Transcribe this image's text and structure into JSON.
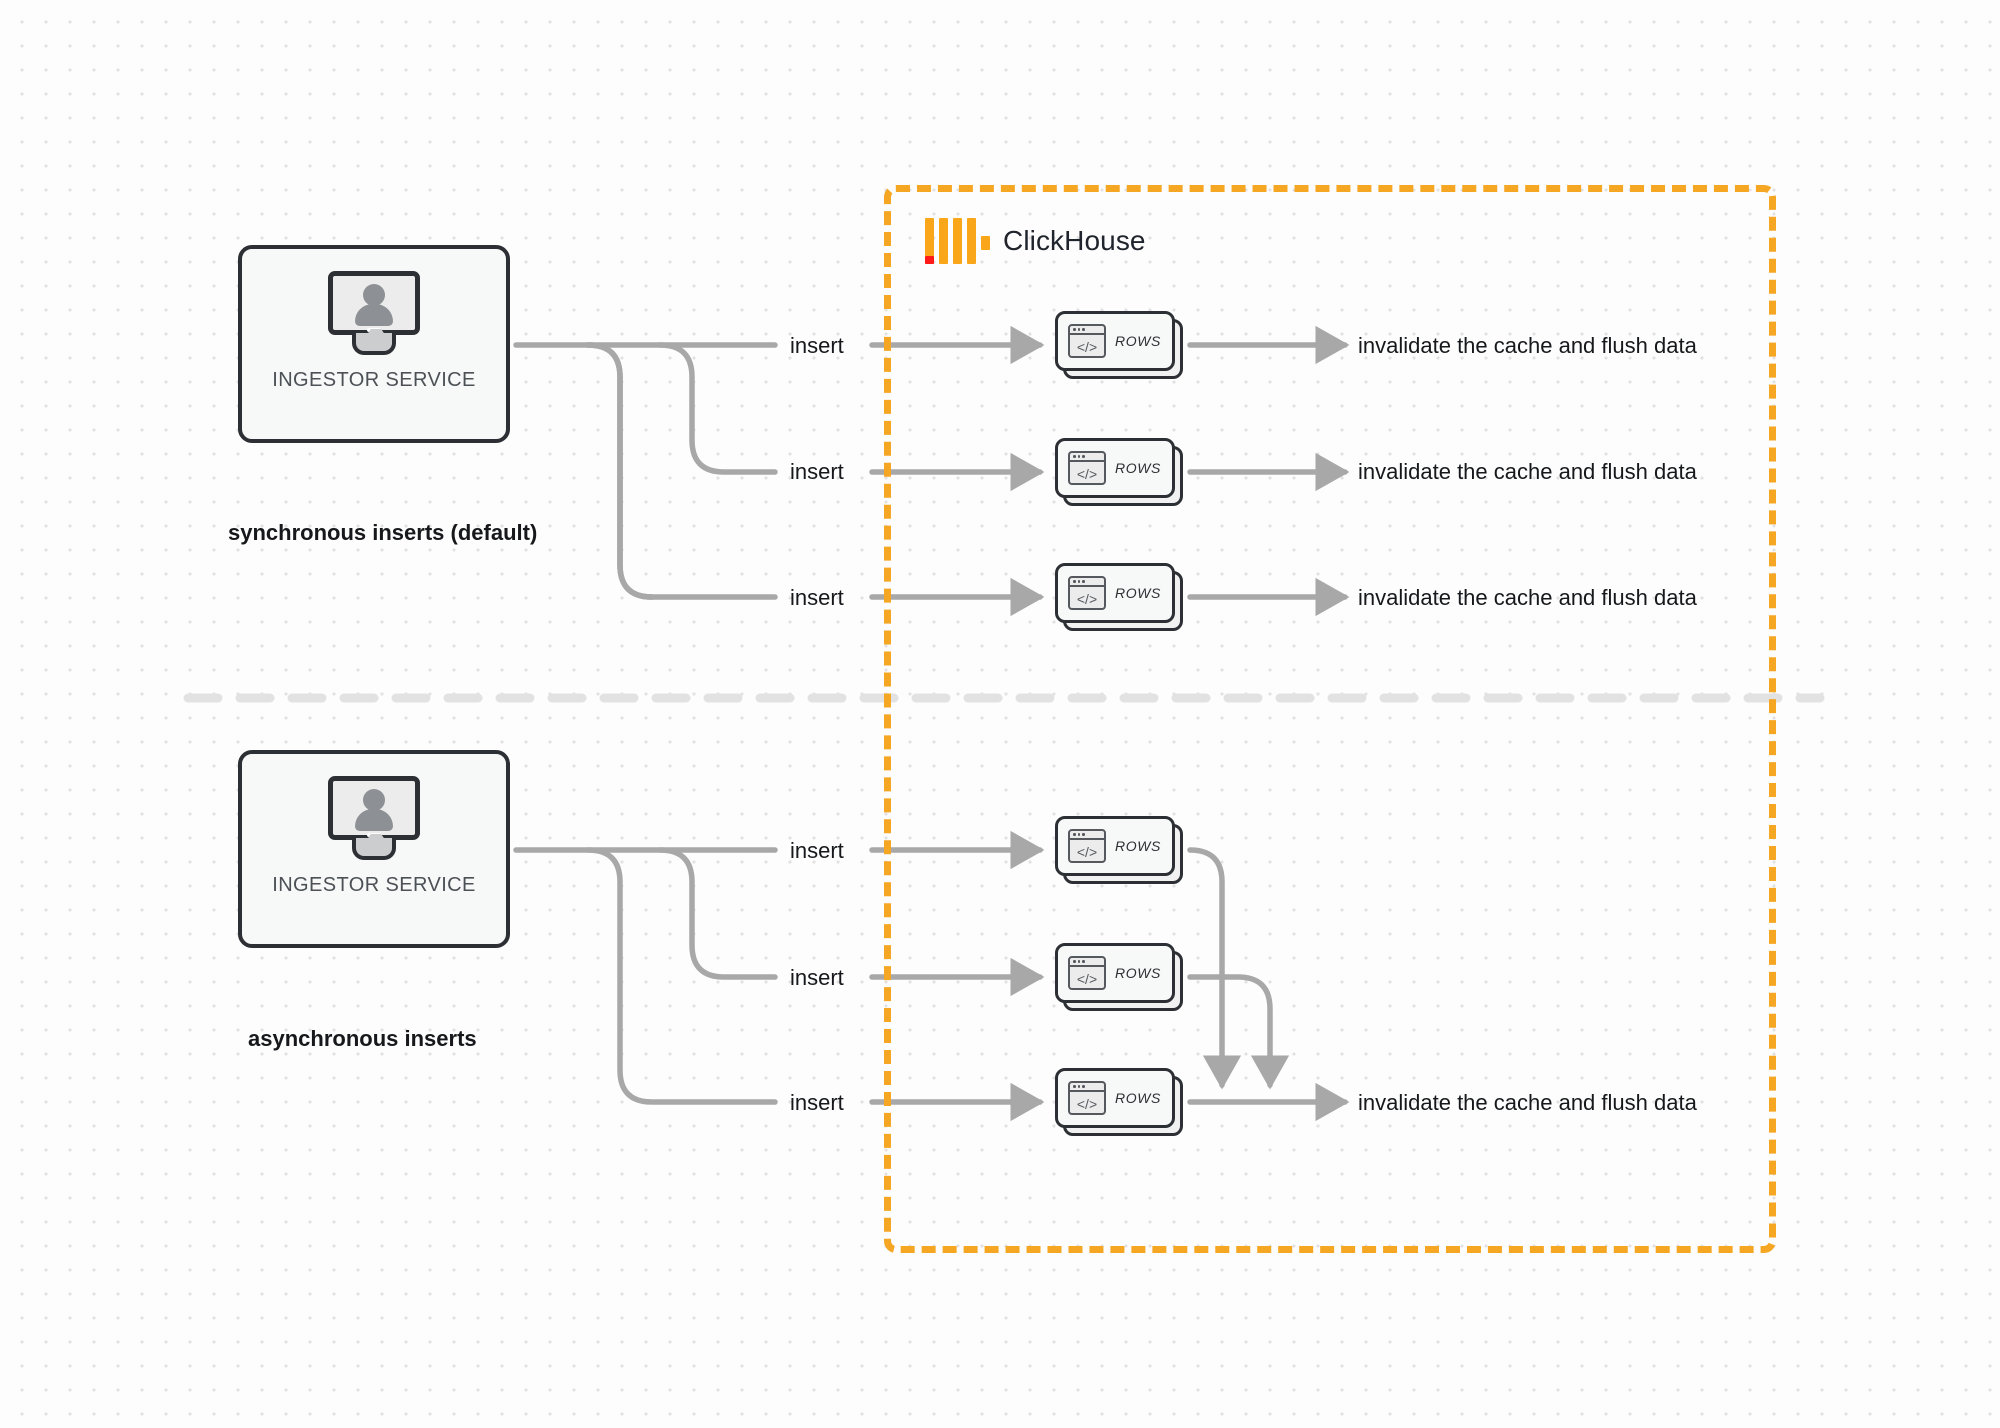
{
  "clickhouse": {
    "name": "ClickHouse",
    "logo_icon": "clickhouse-logo-icon",
    "accent_color": "#f5a623",
    "logo_bar_color": "#faa61a",
    "logo_accent_color": "#ff1a1a"
  },
  "sections": [
    {
      "id": "synchronous",
      "caption": "synchronous inserts (default)",
      "ingestor": {
        "label": "INGESTOR SERVICE",
        "icon": "monitor-user-icon"
      },
      "flows": [
        {
          "insert_label": "insert",
          "node_label": "ROWS",
          "node_icon": "code-window-icon",
          "result_label": "invalidate the cache and flush data"
        },
        {
          "insert_label": "insert",
          "node_label": "ROWS",
          "node_icon": "code-window-icon",
          "result_label": "invalidate the cache and flush data"
        },
        {
          "insert_label": "insert",
          "node_label": "ROWS",
          "node_icon": "code-window-icon",
          "result_label": "invalidate the cache and flush data"
        }
      ]
    },
    {
      "id": "asynchronous",
      "caption": "asynchronous inserts",
      "ingestor": {
        "label": "INGESTOR SERVICE",
        "icon": "monitor-user-icon"
      },
      "flows": [
        {
          "insert_label": "insert",
          "node_label": "ROWS",
          "node_icon": "code-window-icon"
        },
        {
          "insert_label": "insert",
          "node_label": "ROWS",
          "node_icon": "code-window-icon"
        },
        {
          "insert_label": "insert",
          "node_label": "ROWS",
          "node_icon": "code-window-icon"
        }
      ],
      "merged_result_label": "invalidate the cache and flush data"
    }
  ],
  "code_glyph": "</>"
}
